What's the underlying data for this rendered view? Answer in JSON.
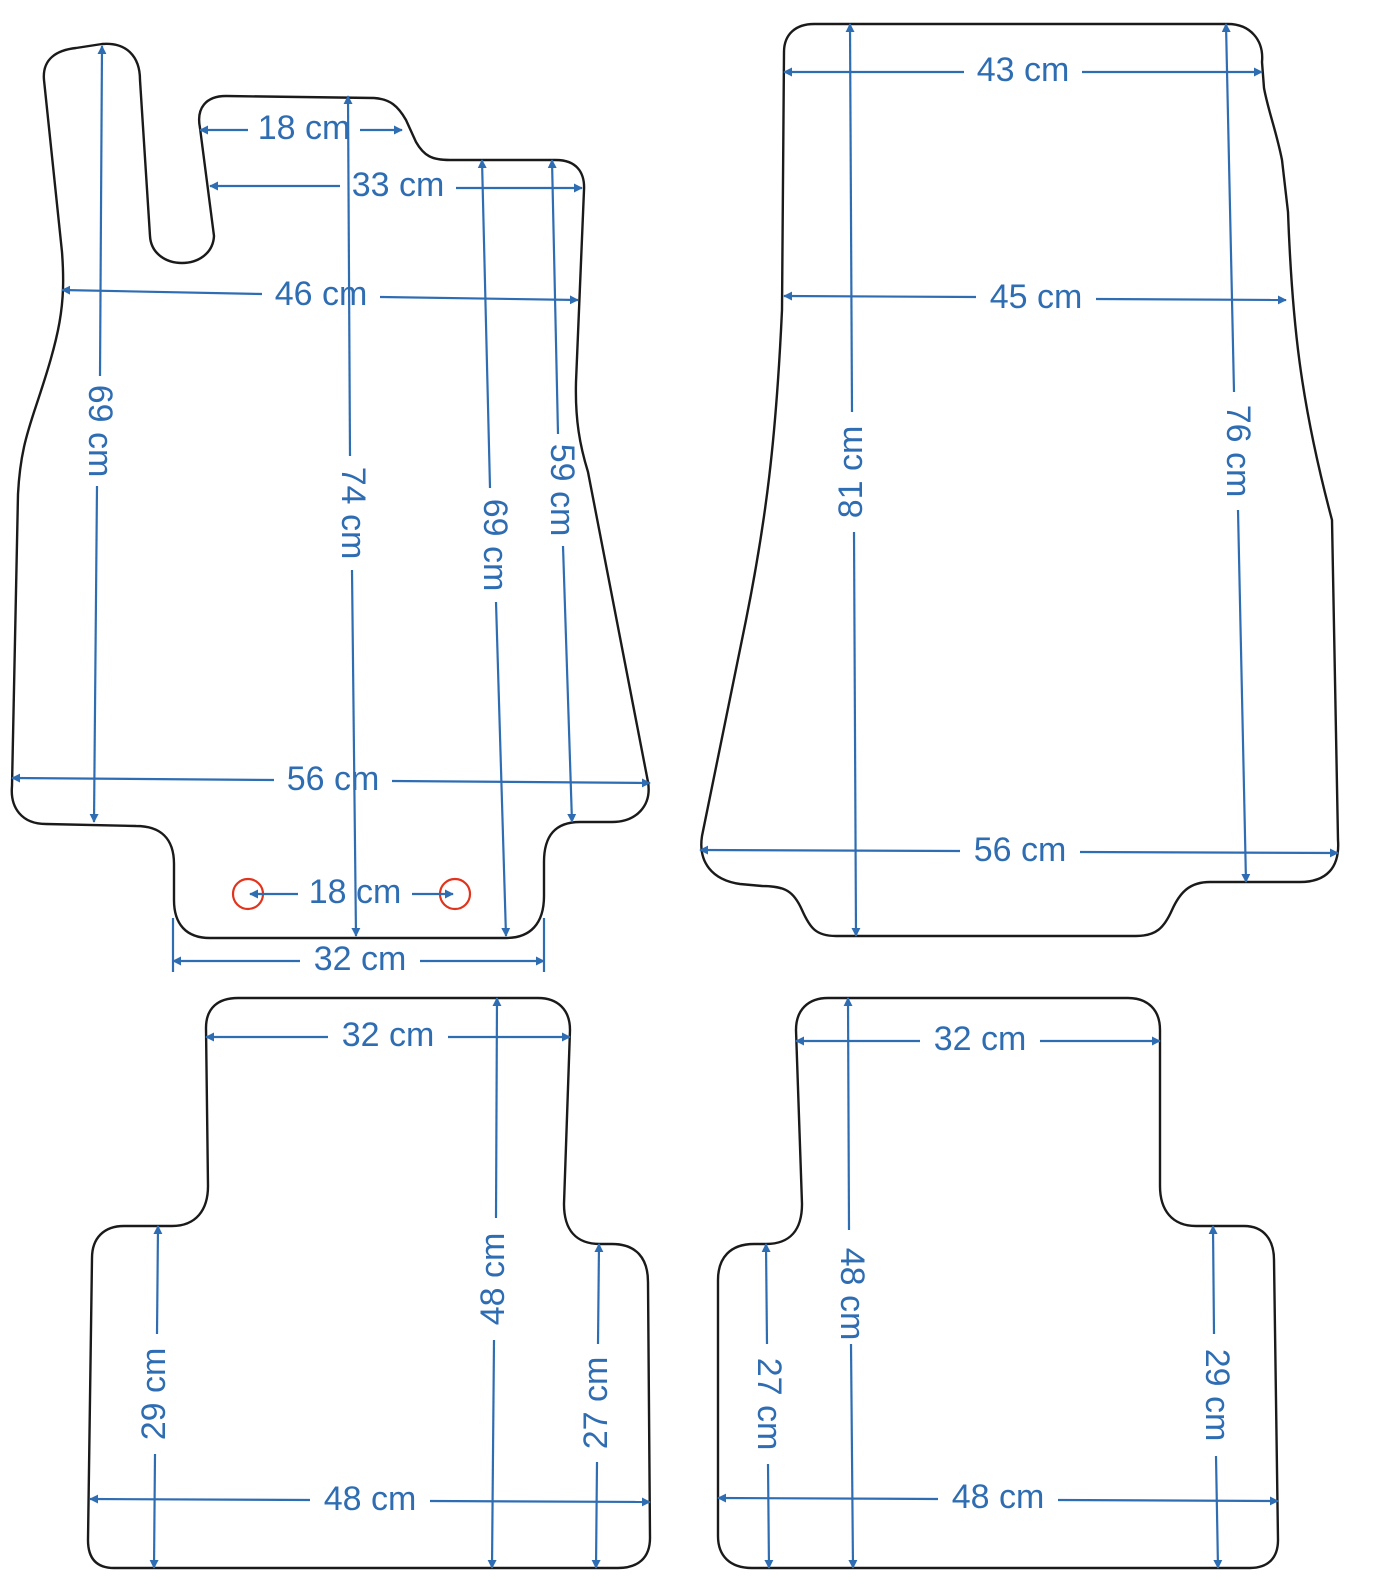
{
  "colors": {
    "outline": "#1a1a1a",
    "dimension": "#2f6db3",
    "marker": "#e2341d"
  },
  "mats": {
    "front_left": {
      "dimensions": [
        {
          "id": "d1",
          "label": "18 cm"
        },
        {
          "id": "d2",
          "label": "33 cm"
        },
        {
          "id": "d3",
          "label": "46 cm"
        },
        {
          "id": "d4",
          "label": "56 cm"
        },
        {
          "id": "d5",
          "label": "18 cm"
        },
        {
          "id": "d6",
          "label": "32 cm"
        },
        {
          "id": "d7",
          "label": "69 cm"
        },
        {
          "id": "d8",
          "label": "74 cm"
        },
        {
          "id": "d9",
          "label": "69 cm"
        },
        {
          "id": "d10",
          "label": "59 cm"
        }
      ]
    },
    "front_right": {
      "dimensions": [
        {
          "id": "d1",
          "label": "43 cm"
        },
        {
          "id": "d2",
          "label": "45 cm"
        },
        {
          "id": "d3",
          "label": "56 cm"
        },
        {
          "id": "d4",
          "label": "81 cm"
        },
        {
          "id": "d5",
          "label": "76 cm"
        }
      ]
    },
    "rear_left": {
      "dimensions": [
        {
          "id": "d1",
          "label": "32 cm"
        },
        {
          "id": "d2",
          "label": "48 cm"
        },
        {
          "id": "d3",
          "label": "48 cm"
        },
        {
          "id": "d4",
          "label": "29 cm"
        },
        {
          "id": "d5",
          "label": "27 cm"
        }
      ]
    },
    "rear_right": {
      "dimensions": [
        {
          "id": "d1",
          "label": "32 cm"
        },
        {
          "id": "d2",
          "label": "48 cm"
        },
        {
          "id": "d3",
          "label": "48 cm"
        },
        {
          "id": "d4",
          "label": "27 cm"
        },
        {
          "id": "d5",
          "label": "29 cm"
        }
      ]
    }
  }
}
